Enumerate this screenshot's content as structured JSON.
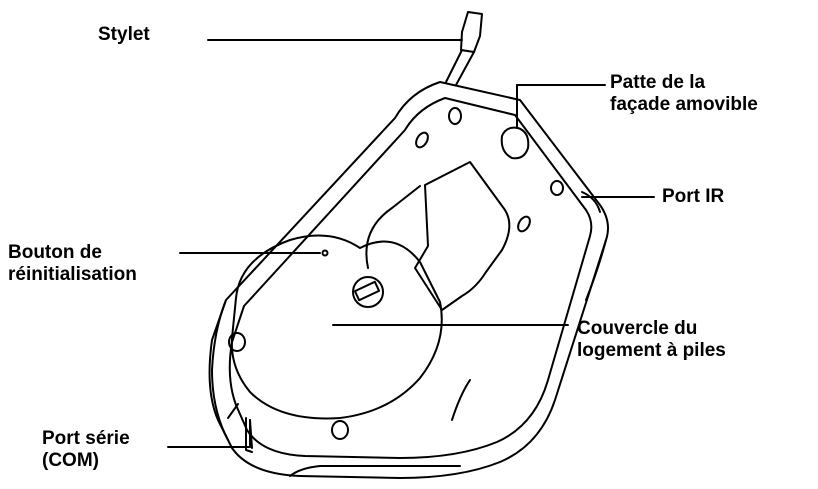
{
  "labels": {
    "stylet": "Stylet",
    "patte": [
      "Patte de la",
      "façade amovible"
    ],
    "port_ir": "Port IR",
    "bouton": [
      "Bouton de",
      "réinitialisation"
    ],
    "couvercle": [
      "Couvercle du",
      "logement à piles"
    ],
    "port_serie": [
      "Port série",
      "(COM)"
    ]
  },
  "colors": {
    "ink": "#000000",
    "background": "#ffffff"
  }
}
